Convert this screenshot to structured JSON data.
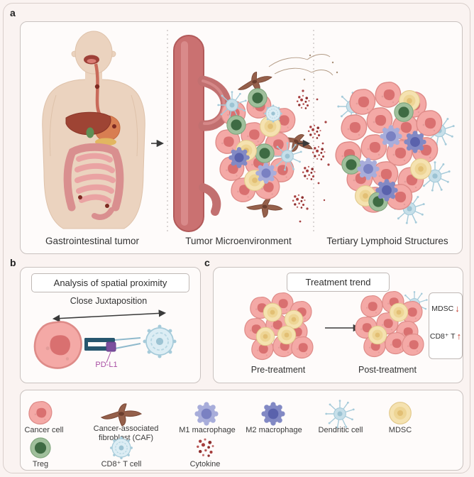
{
  "figure": {
    "panel_a_label": "a",
    "panel_b_label": "b",
    "panel_c_label": "c"
  },
  "panel_a": {
    "captions": [
      "Gastrointestinal tumor",
      "Tumor Microenvironment",
      "Tertiary Lymphoid Structures"
    ]
  },
  "panel_b": {
    "title": "Analysis of  spatial proximity",
    "arrow_label": "Close Juxtaposition",
    "molecule_label": "PD-L1"
  },
  "panel_c": {
    "title": "Treatment trend",
    "pre_label": "Pre-treatment",
    "post_label": "Post-treatment",
    "trend_rows": [
      {
        "label": "MDSC",
        "arrow": "↓"
      },
      {
        "label": "CD8⁺ T",
        "arrow": "↑"
      }
    ]
  },
  "legend": {
    "items": [
      {
        "label": "Cancer cell"
      },
      {
        "label": "Cancer-associated fibroblast (CAF)"
      },
      {
        "label": "M1 macrophage"
      },
      {
        "label": "M2 macrophage"
      },
      {
        "label": "Dendritic cell"
      },
      {
        "label": "MDSC"
      },
      {
        "label": "Treg"
      },
      {
        "label": "CD8⁺ T cell"
      },
      {
        "label": "Cytokine"
      }
    ]
  },
  "colors": {
    "pd_l1": "#A94FA4",
    "trend_arrow": "#C0392B",
    "cancer_cell": "#F4A9A6",
    "mdsc": "#F5E2B0",
    "treg": "#3E6B43",
    "dendritic": "#C6DFE9",
    "m1_macrophage": "#A8ADDA",
    "m2_macrophage": "#8289C4",
    "caf": "#95604B",
    "cd8_t_cell": "#DCEDF4",
    "cytokine": "#A63D3D"
  }
}
